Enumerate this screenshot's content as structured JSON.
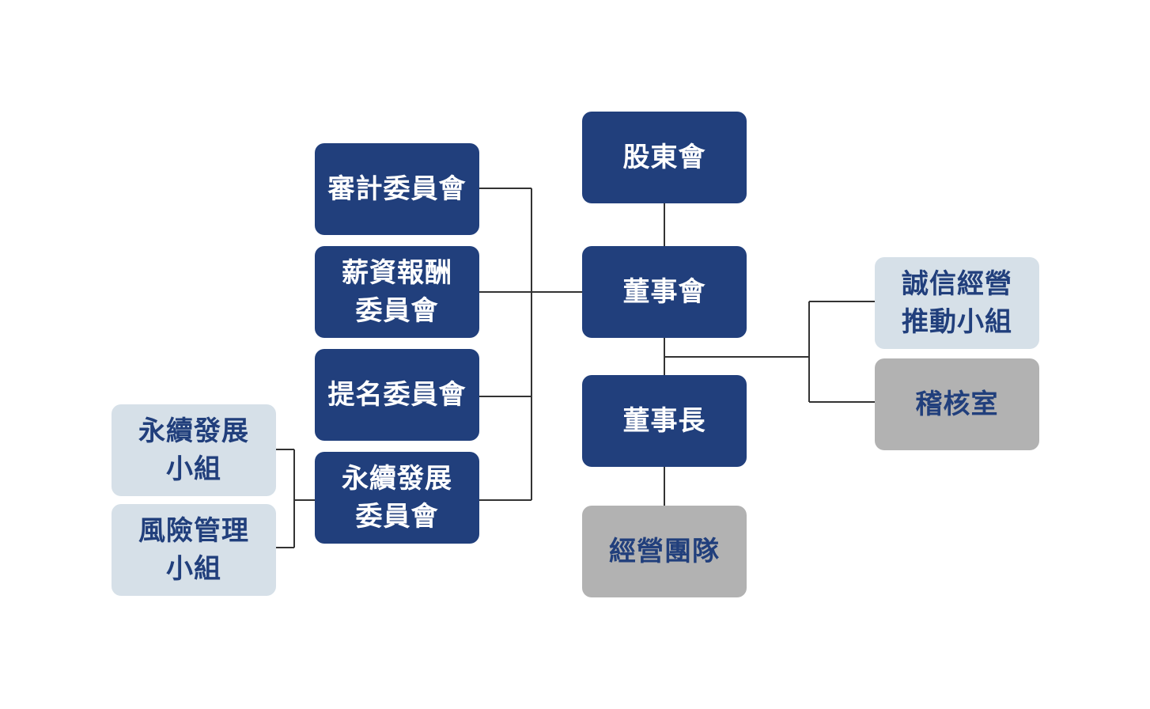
{
  "nodes": {
    "shareholders": "股東會",
    "board": "董事會",
    "chairman": "董事長",
    "management": "經營團隊",
    "audit_committee": "審計委員會",
    "compensation_committee": "薪資報酬\n委員會",
    "nomination_committee": "提名委員會",
    "sustainability_committee": "永續發展\n委員會",
    "sustainability_group": "永續發展\n小組",
    "risk_group": "風險管理\n小組",
    "integrity_group": "誠信經營\n推動小組",
    "internal_audit": "稽核室"
  },
  "colors": {
    "primary": "#213f7c",
    "light_fill": "#d6e0e8",
    "gray_fill": "#b2b2b2",
    "connector": "#333333"
  }
}
